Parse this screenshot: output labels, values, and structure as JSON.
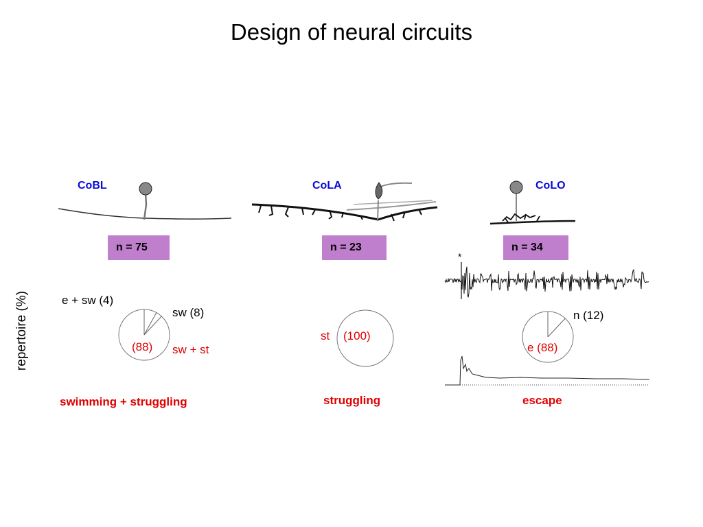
{
  "title": "Design of neural circuits",
  "y_axis_label": "repertoire (%)",
  "panels": [
    {
      "neuron": "CoBL",
      "n_label": "n = 75",
      "behavior": "swimming + struggling",
      "slices": [
        {
          "label": "(88)",
          "value": 88
        },
        {
          "label": "sw (8)",
          "value": 8
        },
        {
          "label": "e + sw (4)",
          "value": 4
        }
      ],
      "extra_label": "sw + st"
    },
    {
      "neuron": "CoLA",
      "n_label": "n = 23",
      "behavior": "struggling",
      "slices": [
        {
          "label": "(100)",
          "value": 100
        }
      ],
      "extra_label": "st"
    },
    {
      "neuron": "CoLO",
      "n_label": "n = 34",
      "behavior": "escape",
      "slices": [
        {
          "label": "e (88)",
          "value": 88
        },
        {
          "label": "n (12)",
          "value": 12
        }
      ],
      "asterisk": "*"
    }
  ],
  "colors": {
    "neuron_label": "#0a0ad8",
    "n_box": "#bf7fcc",
    "behavior": "#e00000"
  }
}
